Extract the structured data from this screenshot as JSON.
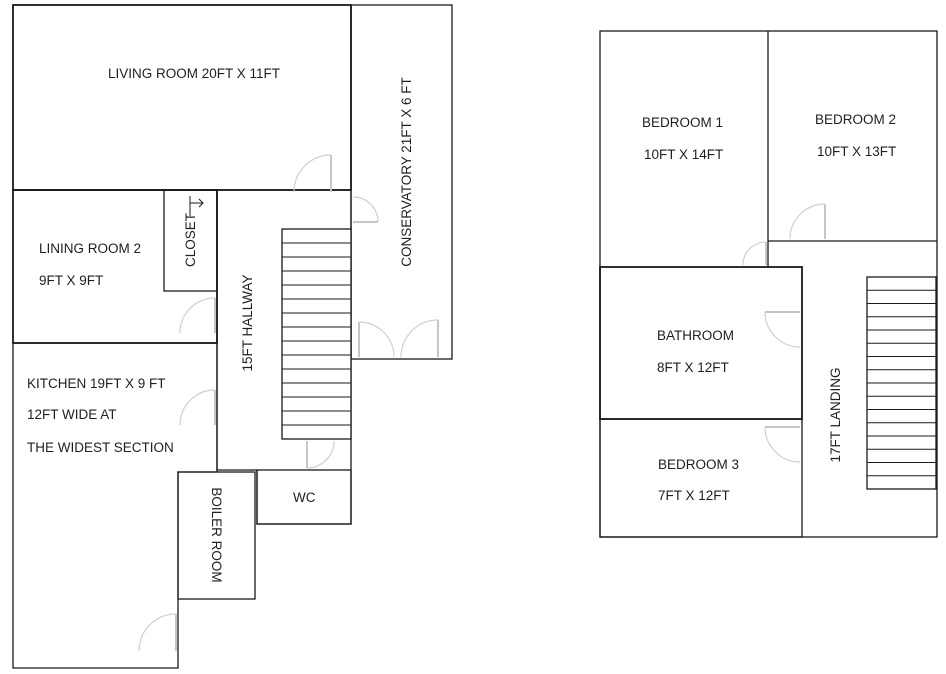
{
  "ground_floor": {
    "living_room": "LIVING ROOM 20FT X 11FT",
    "conservatory": "CONSERVATORY 21FT X 6 FT",
    "dining_room_name": "LINING ROOM 2",
    "dining_room_size": "9FT X 9FT",
    "closet": "CLOSET",
    "hallway": "15FT HALLWAY",
    "kitchen_line1": "KITCHEN 19FT X 9 FT",
    "kitchen_line2": "12FT WIDE AT",
    "kitchen_line3": "THE WIDEST SECTION",
    "wc": "WC",
    "boiler_room": "BOILER ROOM"
  },
  "first_floor": {
    "bedroom1_name": "BEDROOM 1",
    "bedroom1_size": "10FT X 14FT",
    "bedroom2_name": "BEDROOM 2",
    "bedroom2_size": "10FT X 13FT",
    "bathroom_name": "BATHROOM",
    "bathroom_size": "8FT X 12FT",
    "bedroom3_name": "BEDROOM 3",
    "bedroom3_size": "7FT X 12FT",
    "landing": "17FT LANDING"
  }
}
